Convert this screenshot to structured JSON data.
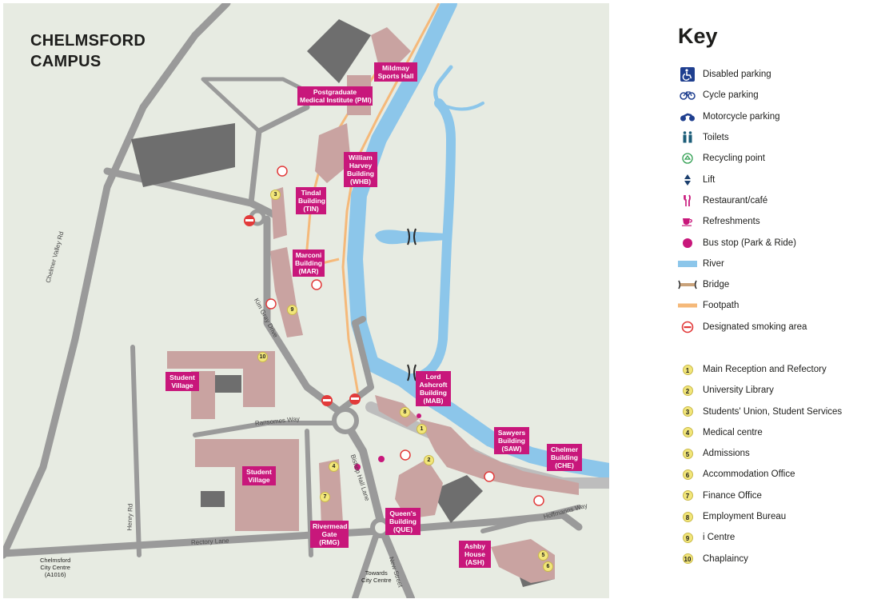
{
  "map": {
    "title_line1": "CHELMSFORD",
    "title_line2": "CAMPUS",
    "buildings": {
      "mildmay": {
        "line1": "Mildmay",
        "line2": "Sports Hall"
      },
      "pmi": {
        "line1": "Postgraduate",
        "line2": "Medical Institute (PMI)"
      },
      "whb": {
        "line1": "William",
        "line2": "Harvey",
        "line3": "Building",
        "line4": "(WHB)"
      },
      "tin": {
        "line1": "Tindal",
        "line2": "Building",
        "line3": "(TIN)"
      },
      "mar": {
        "line1": "Marconi",
        "line2": "Building",
        "line3": "(MAR)"
      },
      "mab": {
        "line1": "Lord",
        "line2": "Ashcroft",
        "line3": "Building",
        "line4": "(MAB)"
      },
      "saw": {
        "line1": "Sawyers",
        "line2": "Building",
        "line3": "(SAW)"
      },
      "che": {
        "line1": "Chelmer",
        "line2": "Building",
        "line3": "(CHE)"
      },
      "que": {
        "line1": "Queen's",
        "line2": "Building",
        "line3": "(QUE)"
      },
      "rmg": {
        "line1": "Rivermead",
        "line2": "Gate",
        "line3": "(RMG)"
      },
      "ash": {
        "line1": "Ashby",
        "line2": "House",
        "line3": "(ASH)"
      },
      "sv1": {
        "line1": "Student",
        "line2": "Village"
      },
      "sv2": {
        "line1": "Student",
        "line2": "Village"
      }
    },
    "streets": {
      "chelmer_valley": "Chelmer Valley Rd",
      "kim_gray": "Kim Gray Drive",
      "ransomes": "Ransomes Way",
      "bishop_hall": "Bishop Hall Lane",
      "henry": "Henry Rd",
      "rectory": "Rectory Lane",
      "new_street": "New Street",
      "hoffmanns": "Hoffmanns Way"
    },
    "places": {
      "city_centre_a1016": {
        "line1": "Chelmsford",
        "line2": "City Centre",
        "line3": "(A1016)"
      },
      "towards_city": {
        "line1": "Towards",
        "line2": "City Centre"
      }
    },
    "badges": {
      "b1": "1",
      "b2": "2",
      "b3": "3",
      "b4": "4",
      "b5": "5",
      "b6": "6",
      "b7": "7",
      "b8": "8",
      "b9": "9",
      "b10": "10"
    }
  },
  "key": {
    "title": "Key",
    "symbols": [
      {
        "icon": "disabled-parking-icon",
        "label": "Disabled parking"
      },
      {
        "icon": "cycle-parking-icon",
        "label": "Cycle parking"
      },
      {
        "icon": "motorcycle-parking-icon",
        "label": "Motorcycle parking"
      },
      {
        "icon": "toilets-icon",
        "label": "Toilets"
      },
      {
        "icon": "recycling-point-icon",
        "label": "Recycling point"
      },
      {
        "icon": "lift-icon",
        "label": "Lift"
      },
      {
        "icon": "restaurant-cafe-icon",
        "label": "Restaurant/café"
      },
      {
        "icon": "refreshments-icon",
        "label": "Refreshments"
      },
      {
        "icon": "bus-stop-icon",
        "label": "Bus stop (Park & Ride)"
      },
      {
        "icon": "river-icon",
        "label": "River"
      },
      {
        "icon": "bridge-icon",
        "label": "Bridge"
      },
      {
        "icon": "footpath-icon",
        "label": "Footpath"
      },
      {
        "icon": "smoking-area-icon",
        "label": "Designated smoking area"
      }
    ],
    "numbered": [
      {
        "num": "1",
        "label": "Main Reception and Refectory"
      },
      {
        "num": "2",
        "label": "University Library"
      },
      {
        "num": "3",
        "label": "Students' Union, Student Services"
      },
      {
        "num": "4",
        "label": "Medical centre"
      },
      {
        "num": "5",
        "label": "Admissions"
      },
      {
        "num": "6",
        "label": "Accommodation Office"
      },
      {
        "num": "7",
        "label": "Finance Office"
      },
      {
        "num": "8",
        "label": "Employment Bureau"
      },
      {
        "num": "9",
        "label": "i Centre"
      },
      {
        "num": "10",
        "label": "Chaplaincy"
      }
    ]
  },
  "colors": {
    "ground": "#e7ebe2",
    "road": "#9a9a9a",
    "river": "#8cc6ea",
    "building": "#c9a3a1",
    "label": "#c8177b",
    "footpath": "#f5b97a",
    "dark_building": "#6e6e6e"
  }
}
